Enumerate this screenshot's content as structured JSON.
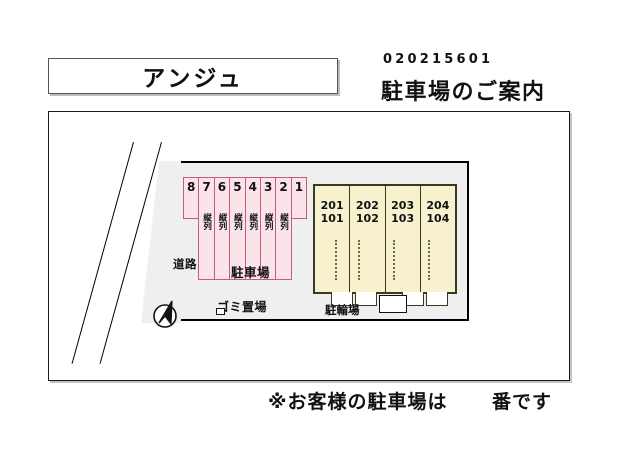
{
  "header": {
    "property_name": "アンジュ",
    "document_code": "020215601",
    "document_title": "駐車場のご案内"
  },
  "map": {
    "road_label": "道路",
    "parking_label": "駐車場",
    "garbage_label": "ゴミ置場",
    "bicycle_label": "駐輪場",
    "compass_name": "north-arrow-icon",
    "parking_spaces": [
      {
        "number": "8",
        "tandem": "",
        "tall": false
      },
      {
        "number": "7",
        "tandem": "縦列",
        "tall": true
      },
      {
        "number": "6",
        "tandem": "縦列",
        "tall": true
      },
      {
        "number": "5",
        "tandem": "縦列",
        "tall": true
      },
      {
        "number": "4",
        "tandem": "縦列",
        "tall": true
      },
      {
        "number": "3",
        "tandem": "縦列",
        "tall": true
      },
      {
        "number": "2",
        "tandem": "縦列",
        "tall": true
      },
      {
        "number": "1",
        "tandem": "",
        "tall": false
      }
    ],
    "building_units": [
      {
        "upper": "201",
        "lower": "101"
      },
      {
        "upper": "202",
        "lower": "102"
      },
      {
        "upper": "203",
        "lower": "103"
      },
      {
        "upper": "204",
        "lower": "104"
      }
    ]
  },
  "footer": {
    "note": "※お客様の駐車場は",
    "suffix": "番です"
  },
  "colors": {
    "parking_fill": "#fbe3ea",
    "parking_border": "#c45c7c",
    "building_fill": "#f7f2cd",
    "building_border": "#3a3a20",
    "site_fill": "#efefef",
    "frame_border": "#1a1a1a"
  }
}
